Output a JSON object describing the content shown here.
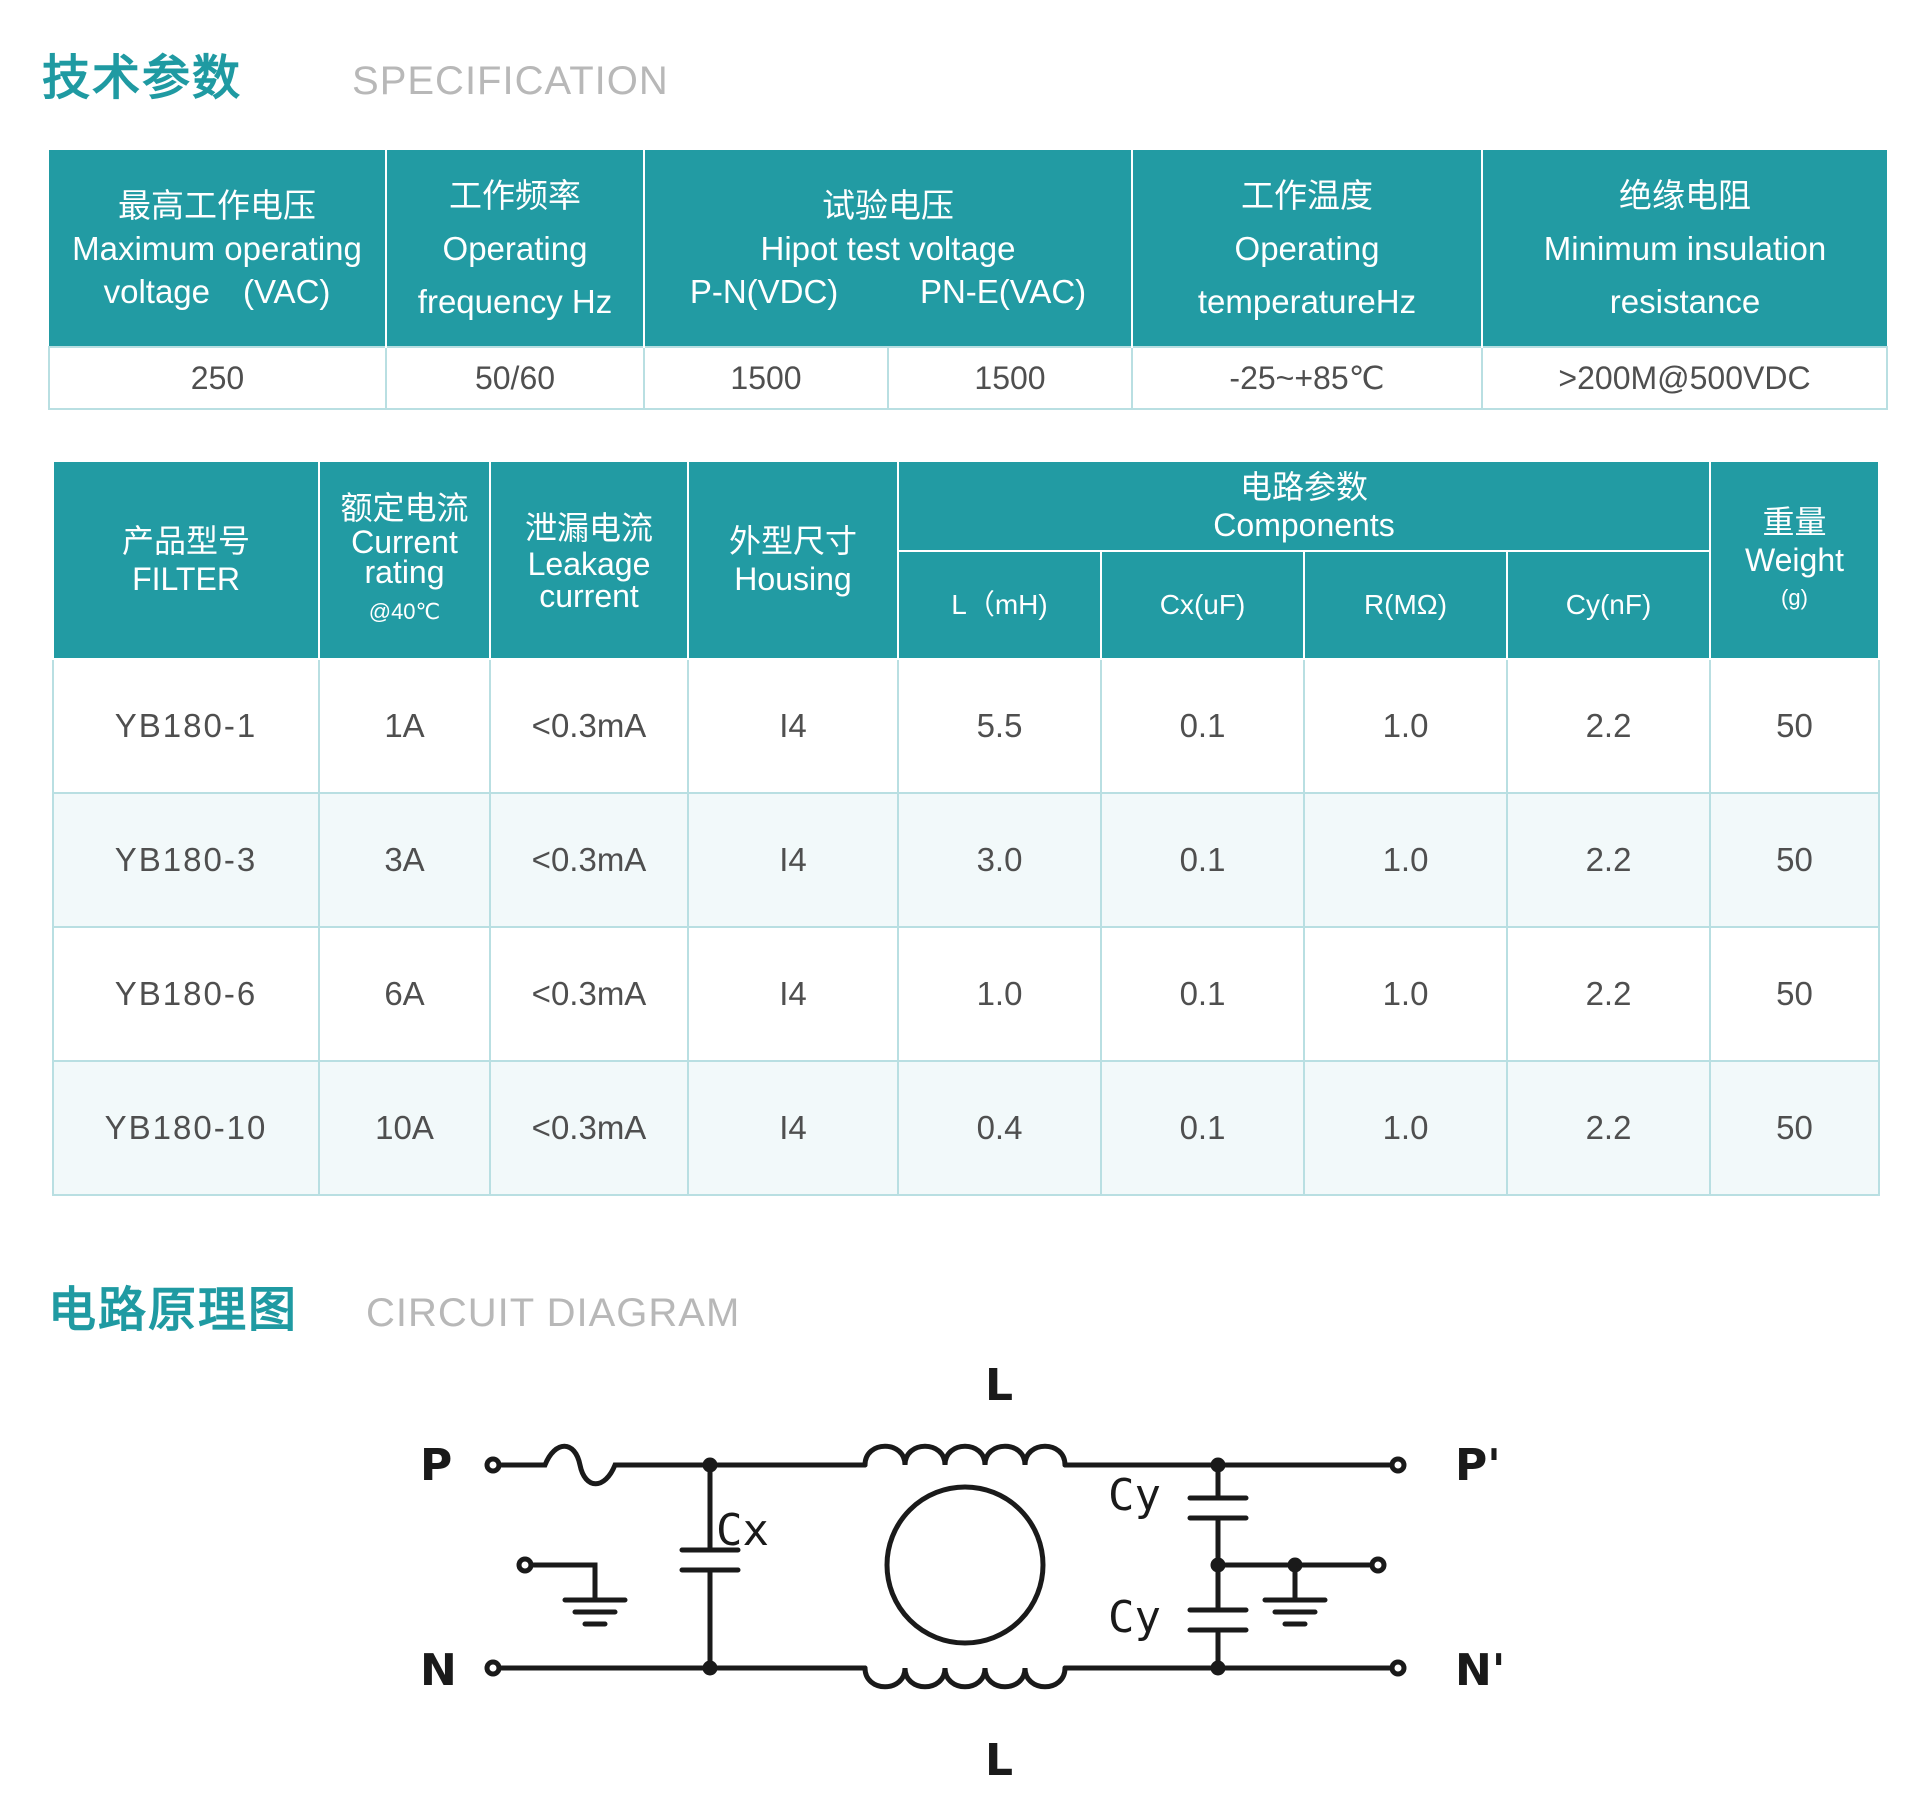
{
  "spec_section": {
    "title_cn": "技术参数",
    "title_en": "SPECIFICATION"
  },
  "spec_table": {
    "headers": {
      "max_voltage": [
        "最高工作电压",
        "Maximum operating",
        "voltage　(VAC)"
      ],
      "frequency": [
        "工作频率",
        "Operating",
        "frequency Hz"
      ],
      "hipot": [
        "试验电压",
        "Hipot test voltage"
      ],
      "hipot_pn": "P-N(VDC)",
      "hipot_pne": "PN-E(VAC)",
      "temperature": [
        "工作温度",
        "Operating",
        "temperatureHz"
      ],
      "insulation": [
        "绝缘电阻",
        "Minimum insulation",
        "resistance"
      ]
    },
    "values": {
      "max_voltage": "250",
      "frequency": "50/60",
      "hipot_pn": "1500",
      "hipot_pne": "1500",
      "temperature": "-25~+85℃",
      "insulation": ">200M@500VDC"
    }
  },
  "filter_table": {
    "headers": {
      "model": [
        "产品型号",
        "FILTER"
      ],
      "current": [
        "额定电流",
        "Current",
        "rating",
        "@40℃"
      ],
      "leakage": [
        "泄漏电流",
        "Leakage",
        "current"
      ],
      "housing": [
        "外型尺寸",
        "Housing"
      ],
      "components": [
        "电路参数",
        "Components"
      ],
      "L": "L（mH)",
      "Cx": "Cx(uF)",
      "R": "R(MΩ)",
      "Cy": "Cy(nF)",
      "weight": [
        "重量",
        "Weight",
        "(g)"
      ]
    },
    "rows": [
      {
        "model": "YB180-1",
        "current": "1A",
        "leakage": "<0.3mA",
        "housing": "I4",
        "L": "5.5",
        "Cx": "0.1",
        "R": "1.0",
        "Cy": "2.2",
        "weight": "50"
      },
      {
        "model": "YB180-3",
        "current": "3A",
        "leakage": "<0.3mA",
        "housing": "I4",
        "L": "3.0",
        "Cx": "0.1",
        "R": "1.0",
        "Cy": "2.2",
        "weight": "50"
      },
      {
        "model": "YB180-6",
        "current": "6A",
        "leakage": "<0.3mA",
        "housing": "I4",
        "L": "1.0",
        "Cx": "0.1",
        "R": "1.0",
        "Cy": "2.2",
        "weight": "50"
      },
      {
        "model": "YB180-10",
        "current": "10A",
        "leakage": "<0.3mA",
        "housing": "I4",
        "L": "0.4",
        "Cx": "0.1",
        "R": "1.0",
        "Cy": "2.2",
        "weight": "50"
      }
    ]
  },
  "circuit_section": {
    "title_cn": "电路原理图",
    "title_en": "CIRCUIT DIAGRAM"
  },
  "circuit": {
    "label_P": "P",
    "label_N": "N",
    "label_P_out": "P'",
    "label_N_out": "N'",
    "label_L_top": "L",
    "label_L_bottom": "L",
    "label_Cx": "Cx",
    "label_Cy_top": "Cy",
    "label_Cy_bottom": "Cy"
  }
}
